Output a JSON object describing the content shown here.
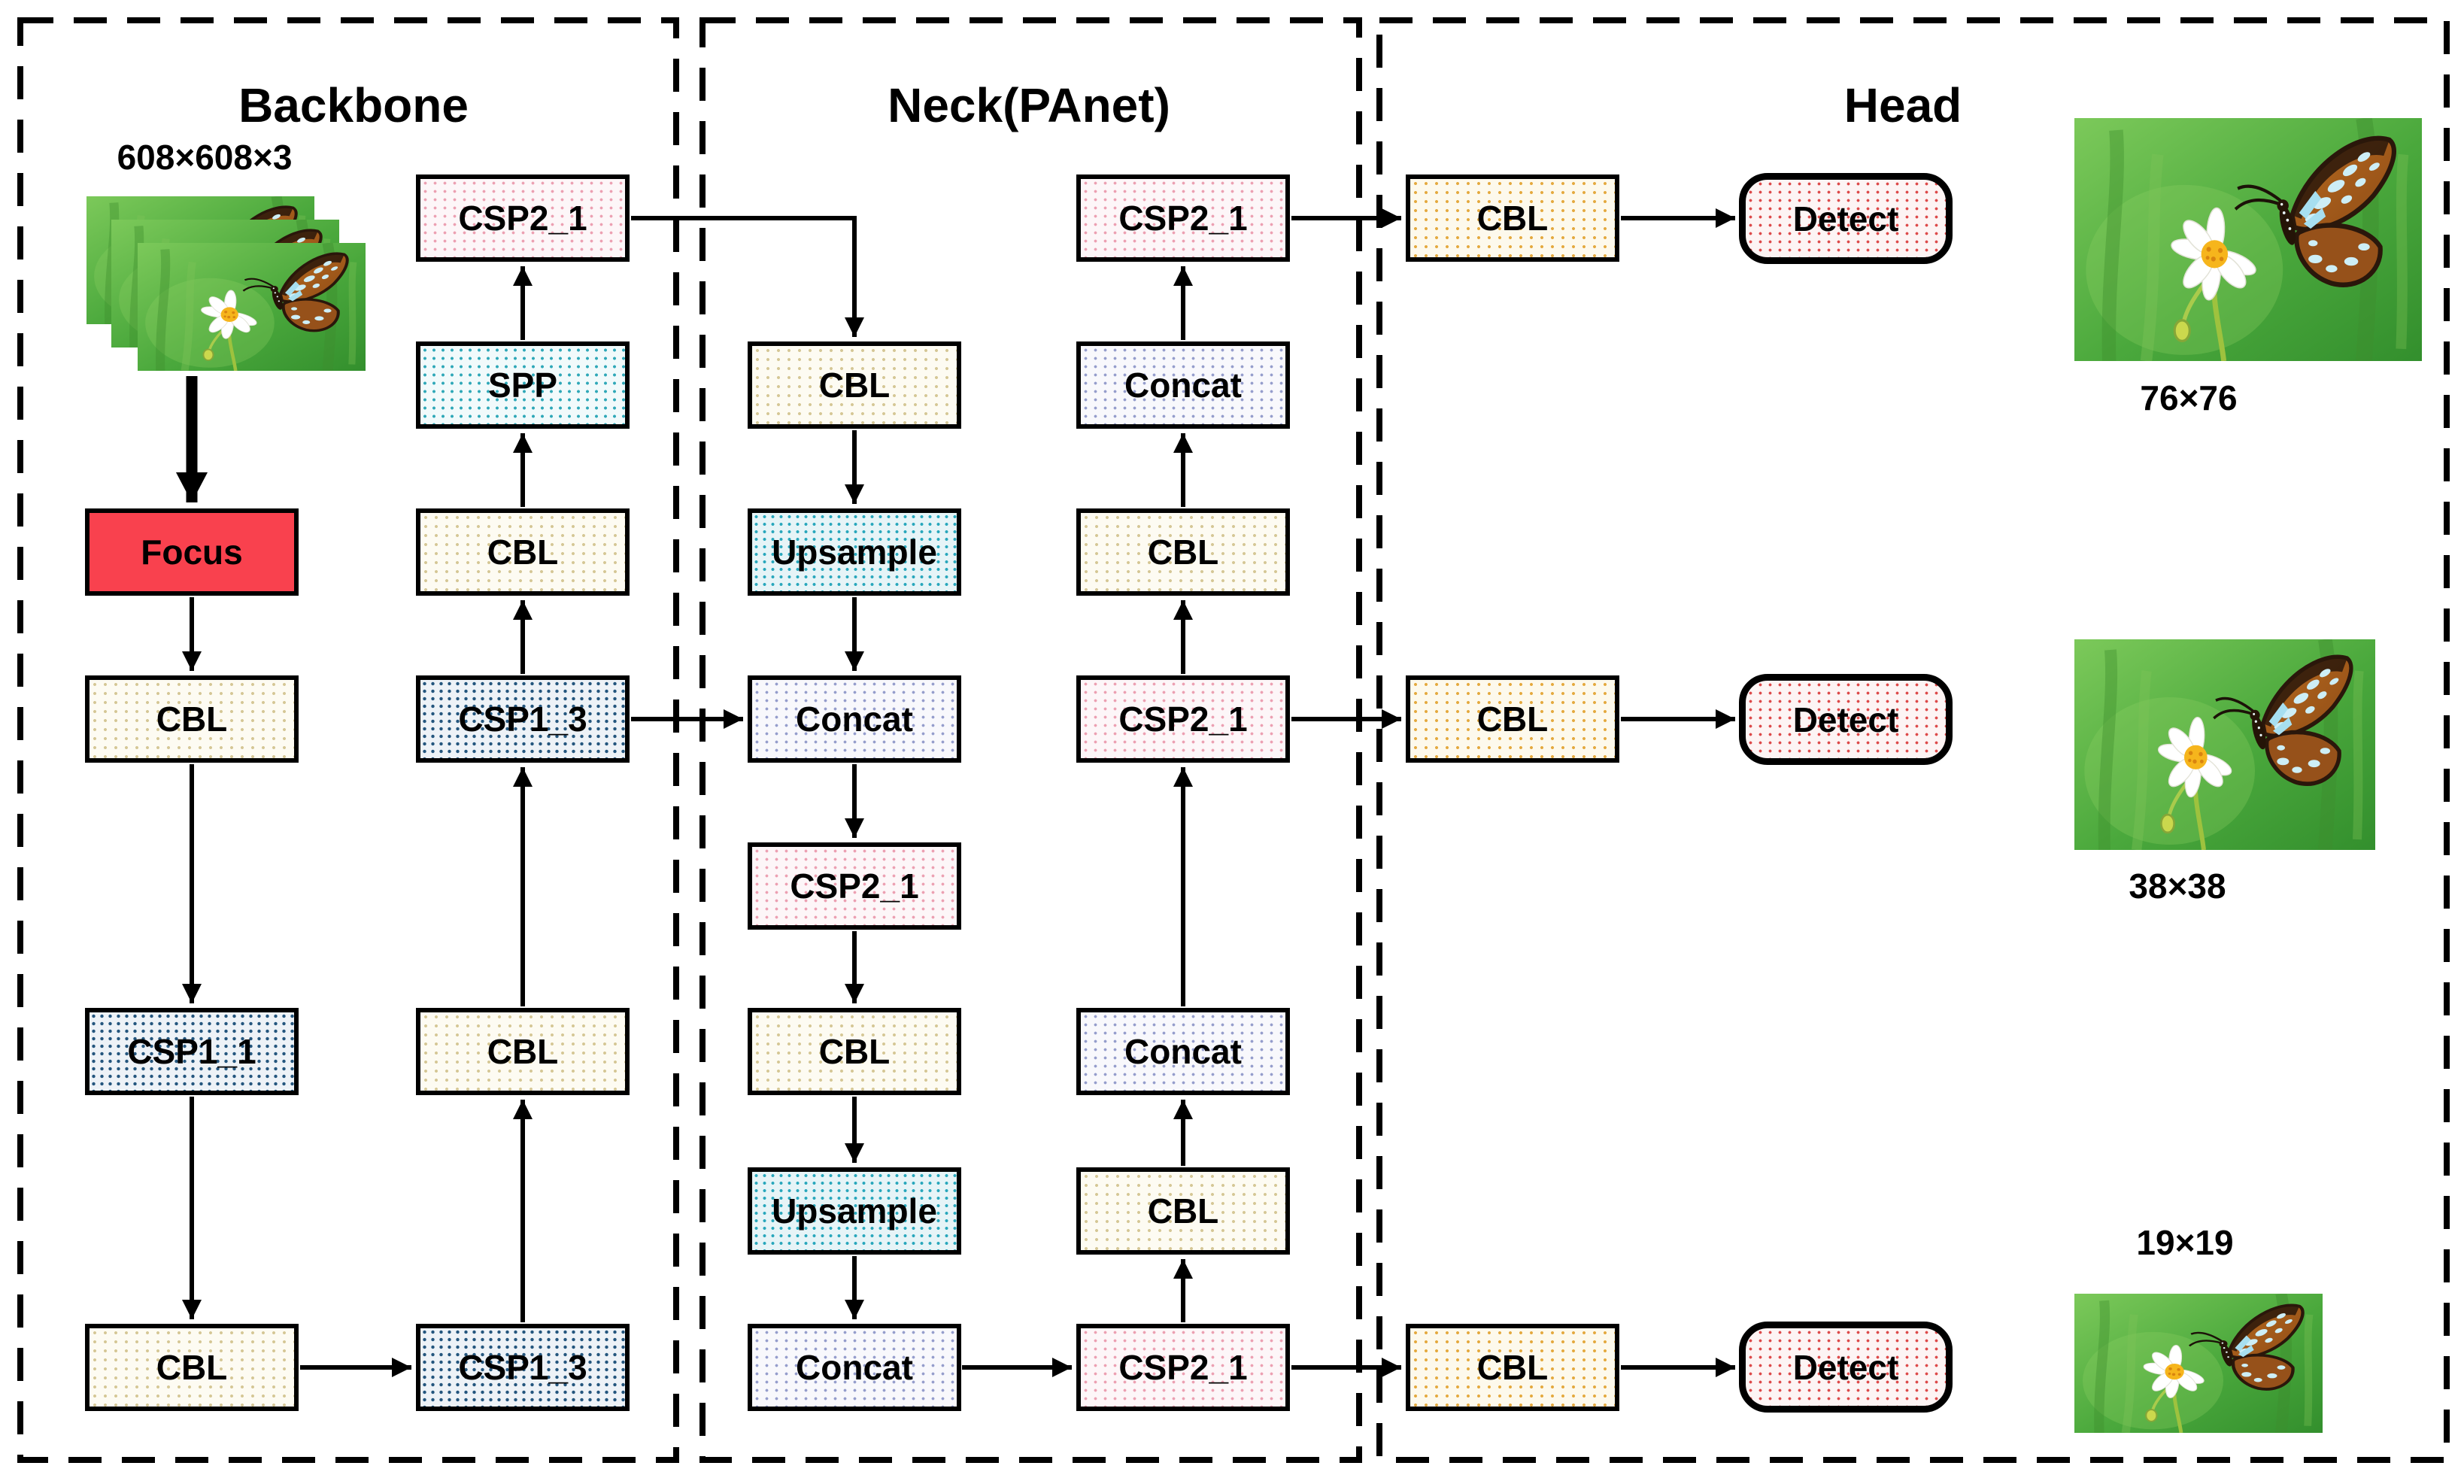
{
  "figure": {
    "sections": [
      {
        "id": "backbone",
        "title": "Backbone"
      },
      {
        "id": "neck",
        "title": "Neck(PAnet)"
      },
      {
        "id": "head",
        "title": "Head"
      }
    ],
    "input": {
      "size_label": "608×608×3"
    },
    "outputs": [
      {
        "scale_label": "76×76"
      },
      {
        "scale_label": "38×38"
      },
      {
        "scale_label": "19×19"
      }
    ],
    "nodes": {
      "bk_focus": "Focus",
      "bk_cbl_d": "CBL",
      "bk_csp1_1": "CSP1_1",
      "bk_cbl_h": "CBL",
      "bk_csp2_1": "CSP2_1",
      "bk_spp": "SPP",
      "bk_cbl_c": "CBL",
      "bk_csp1_3_d": "CSP1_3",
      "bk_cbl_f": "CBL",
      "bk_csp1_3_h": "CSP1_3",
      "nk_cbl_b": "CBL",
      "nk_up_c": "Upsample",
      "nk_concat_d": "Concat",
      "nk_csp2_e": "CSP2_1",
      "nk_cbl_f": "CBL",
      "nk_up_g": "Upsample",
      "nk_concat_h": "Concat",
      "nk_csp2_a": "CSP2_1",
      "nk_concat_b": "Concat",
      "nk_cbl_c": "CBL",
      "nk_csp2_d": "CSP2_1",
      "nk_concat_f": "Concat",
      "nk_cbl_g": "CBL",
      "nk_csp2_h": "CSP2_1",
      "hd_cbl_a": "CBL",
      "hd_det_a": "Detect",
      "hd_cbl_d": "CBL",
      "hd_det_d": "Detect",
      "hd_cbl_h": "CBL",
      "hd_det_h": "Detect"
    },
    "edges": [
      {
        "from": "input_images",
        "to": "bk_focus"
      },
      {
        "from": "bk_focus",
        "to": "bk_cbl_d"
      },
      {
        "from": "bk_cbl_d",
        "to": "bk_csp1_1"
      },
      {
        "from": "bk_csp1_1",
        "to": "bk_cbl_h"
      },
      {
        "from": "bk_cbl_h",
        "to": "bk_csp1_3_h"
      },
      {
        "from": "bk_csp1_3_h",
        "to": "bk_cbl_f"
      },
      {
        "from": "bk_cbl_f",
        "to": "bk_csp1_3_d"
      },
      {
        "from": "bk_csp1_3_d",
        "to": "bk_cbl_c"
      },
      {
        "from": "bk_cbl_c",
        "to": "bk_spp"
      },
      {
        "from": "bk_spp",
        "to": "bk_csp2_1"
      },
      {
        "from": "bk_csp2_1",
        "to": "nk_cbl_b"
      },
      {
        "from": "bk_csp1_3_d",
        "to": "nk_concat_d"
      },
      {
        "from": "bk_csp1_3_h",
        "to": "nk_concat_h"
      },
      {
        "from": "nk_cbl_b",
        "to": "nk_up_c"
      },
      {
        "from": "nk_up_c",
        "to": "nk_concat_d"
      },
      {
        "from": "nk_concat_d",
        "to": "nk_csp2_e"
      },
      {
        "from": "nk_csp2_e",
        "to": "nk_cbl_f"
      },
      {
        "from": "nk_cbl_f",
        "to": "nk_up_g"
      },
      {
        "from": "nk_up_g",
        "to": "nk_concat_h"
      },
      {
        "from": "nk_concat_h",
        "to": "nk_csp2_h"
      },
      {
        "from": "nk_csp2_h",
        "to": "nk_cbl_g"
      },
      {
        "from": "nk_cbl_g",
        "to": "nk_concat_f"
      },
      {
        "from": "nk_concat_f",
        "to": "nk_csp2_d"
      },
      {
        "from": "nk_csp2_d",
        "to": "nk_cbl_c"
      },
      {
        "from": "nk_cbl_c",
        "to": "nk_concat_b"
      },
      {
        "from": "nk_concat_b",
        "to": "nk_csp2_a"
      },
      {
        "from": "nk_csp2_a",
        "to": "hd_cbl_a"
      },
      {
        "from": "hd_cbl_a",
        "to": "hd_det_a"
      },
      {
        "from": "nk_csp2_d",
        "to": "hd_cbl_d"
      },
      {
        "from": "hd_cbl_d",
        "to": "hd_det_d"
      },
      {
        "from": "nk_csp2_h",
        "to": "hd_cbl_h"
      },
      {
        "from": "hd_cbl_h",
        "to": "hd_det_h"
      }
    ],
    "colors": {
      "focus_fill": "#F9414E",
      "cbl_dot": "#D5C795",
      "head_cbl_dot": "#E4A93E",
      "csp1_dot": "#24567E",
      "csp2_dot": "#ECA0B2",
      "spp_dot": "#2FA8B8",
      "upsample_dot": "#28A7BC",
      "upsample_fill": "#E6F4F7",
      "concat_dot": "#959DCC",
      "detect_dot": "#DD4A4A",
      "arrow": "#000000",
      "border": "#000000"
    }
  }
}
